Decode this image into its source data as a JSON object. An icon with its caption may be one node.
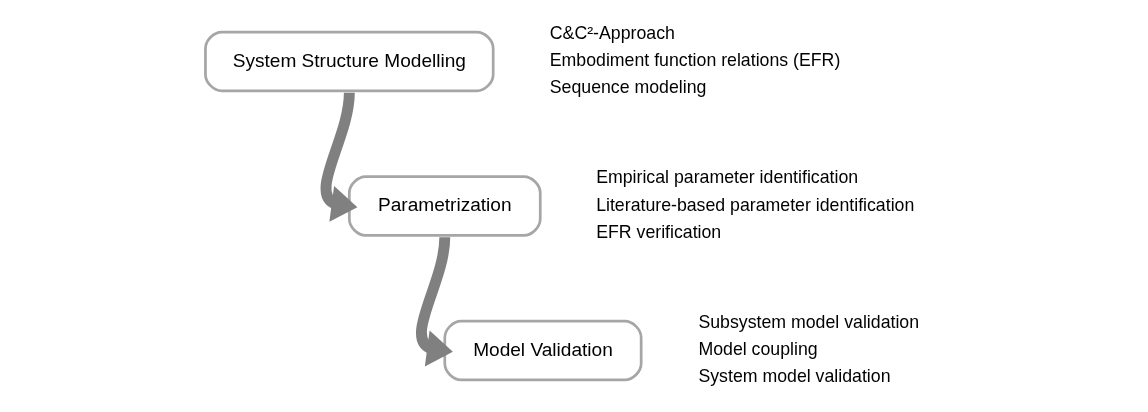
{
  "diagram": {
    "nodes": [
      {
        "text": [
          "System Structure Modelling"
        ],
        "beside": [
          "C&C²-Approach",
          "Embodiment function relations (EFR)",
          "Sequence modeling"
        ]
      },
      {
        "text": [
          "Parametrization"
        ],
        "beside": [
          "Empirical parameter identification",
          "Literature-based parameter identification",
          "EFR verification"
        ]
      },
      {
        "text": [
          "Model Validation"
        ],
        "beside": [
          "Subsystem model validation",
          "Model coupling",
          "System model validation"
        ]
      }
    ],
    "edges": [
      {
        "from": 0,
        "to": 1,
        "arrow": "to"
      },
      {
        "from": 1,
        "to": 2,
        "arrow": "to"
      }
    ]
  }
}
